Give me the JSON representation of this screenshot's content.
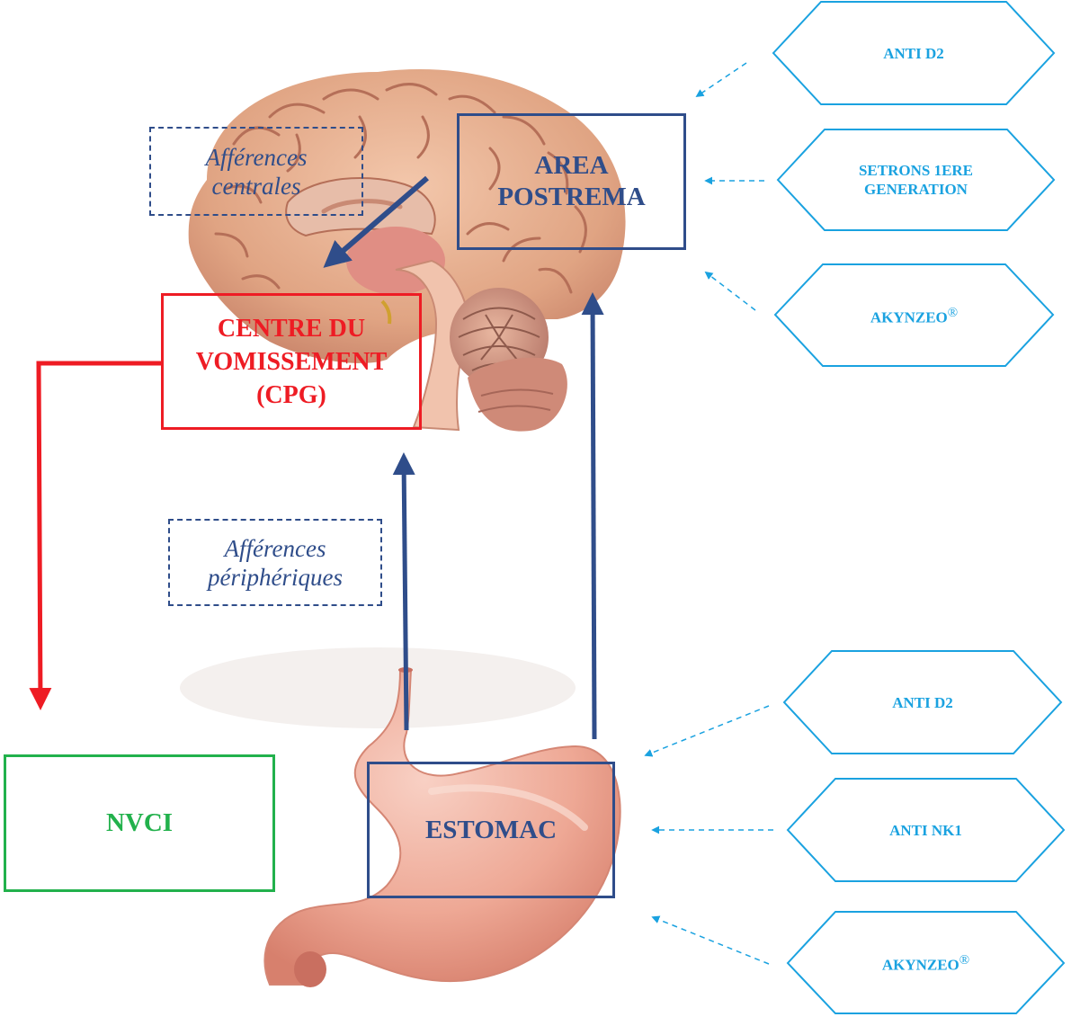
{
  "diagram": {
    "boxes": {
      "afferences_centrales": "Afférences centrales",
      "area_postrema": "AREA POSTREMA",
      "centre_vomissement": "CENTRE DU VOMISSEMENT (CPG)",
      "afferences_peripheriques": "Afférences périphériques",
      "nvci": "NVCI",
      "estomac": "ESTOMAC"
    },
    "drugs_top": {
      "anti_d2": "ANTI D2",
      "setrons": "SETRONS 1ERE GENERATION",
      "akynzeo": "AKYNZEO",
      "akynzeo_mark": "®"
    },
    "drugs_bottom": {
      "anti_d2": "ANTI D2",
      "anti_nk1": "ANTI NK1",
      "akynzeo": "AKYNZEO",
      "akynzeo_mark": "®"
    }
  },
  "colors": {
    "navy": "#2f4d8a",
    "red": "#ee1c24",
    "green": "#22b14c",
    "cyan": "#1aa2e0"
  }
}
